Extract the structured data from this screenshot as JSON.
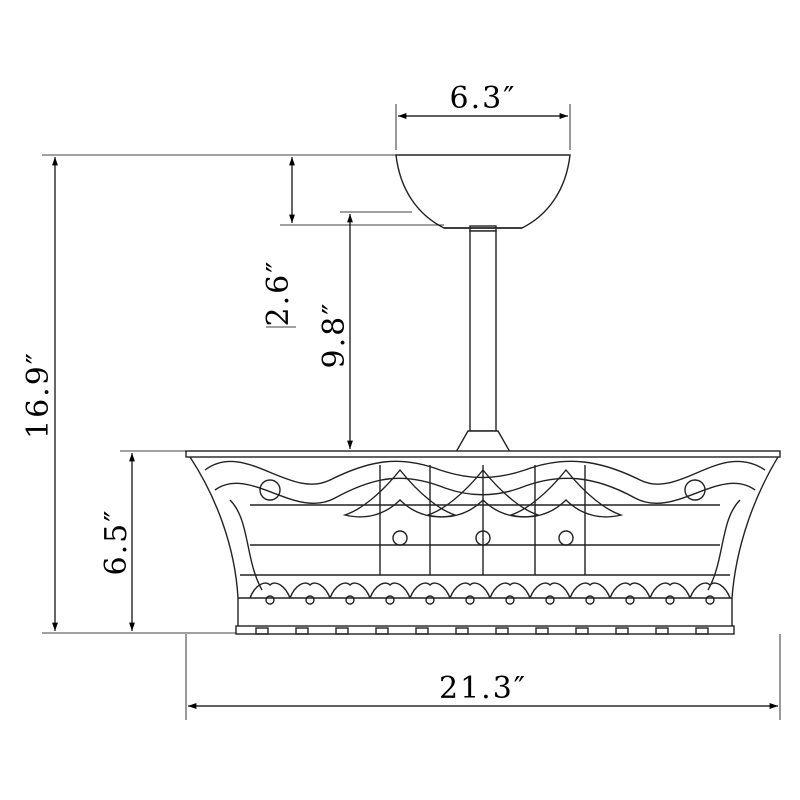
{
  "dimensions": {
    "canopy_width": "6.3″",
    "downrod_drop": "2.6″",
    "fan_drop": "9.8″",
    "overall_height": "16.9″",
    "shade_height": "6.5″",
    "shade_width": "21.3″"
  },
  "colors": {
    "line": "#000000",
    "background": "#ffffff"
  }
}
